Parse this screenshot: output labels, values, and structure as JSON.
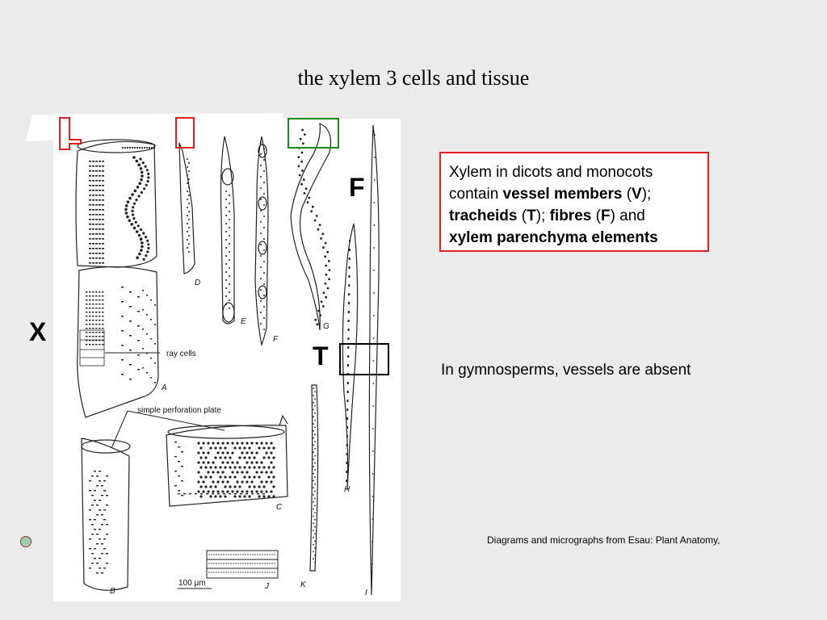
{
  "title": "the xylem 3 cells and tissue",
  "info_box": {
    "line1": "Xylem in dicots and monocots",
    "contain": "contain ",
    "vessel_members": "vessel members",
    "paren_open_v": " (",
    "v": "V",
    "paren_close_v": ");",
    "tracheids": "tracheids",
    "paren_open_t": " (",
    "t": "T",
    "paren_close_t": "); ",
    "fibres": "fibres",
    "paren_open_f": " (",
    "f": "F",
    "paren_close_f": ") and",
    "xylem_parenchyma": "xylem parenchyma elements"
  },
  "gymnosperm_note": "In gymnosperms, vessels are absent",
  "credit": "Diagrams and micrographs from Esau: Plant Anatomy,",
  "labels": {
    "x": "X",
    "f": "F",
    "t": "T"
  },
  "figure": {
    "letters": [
      "A",
      "B",
      "C",
      "D",
      "E",
      "F",
      "G",
      "H",
      "I",
      "J",
      "K"
    ],
    "ray_cells": "ray cells",
    "simple_perforation_plate": "simple perforation plate",
    "scale": "100 μm"
  },
  "colors": {
    "box_border": "#e02020",
    "highlight_red": "#e02020",
    "highlight_green": "#1a8a1a",
    "bullet": "#9ccfaf"
  }
}
